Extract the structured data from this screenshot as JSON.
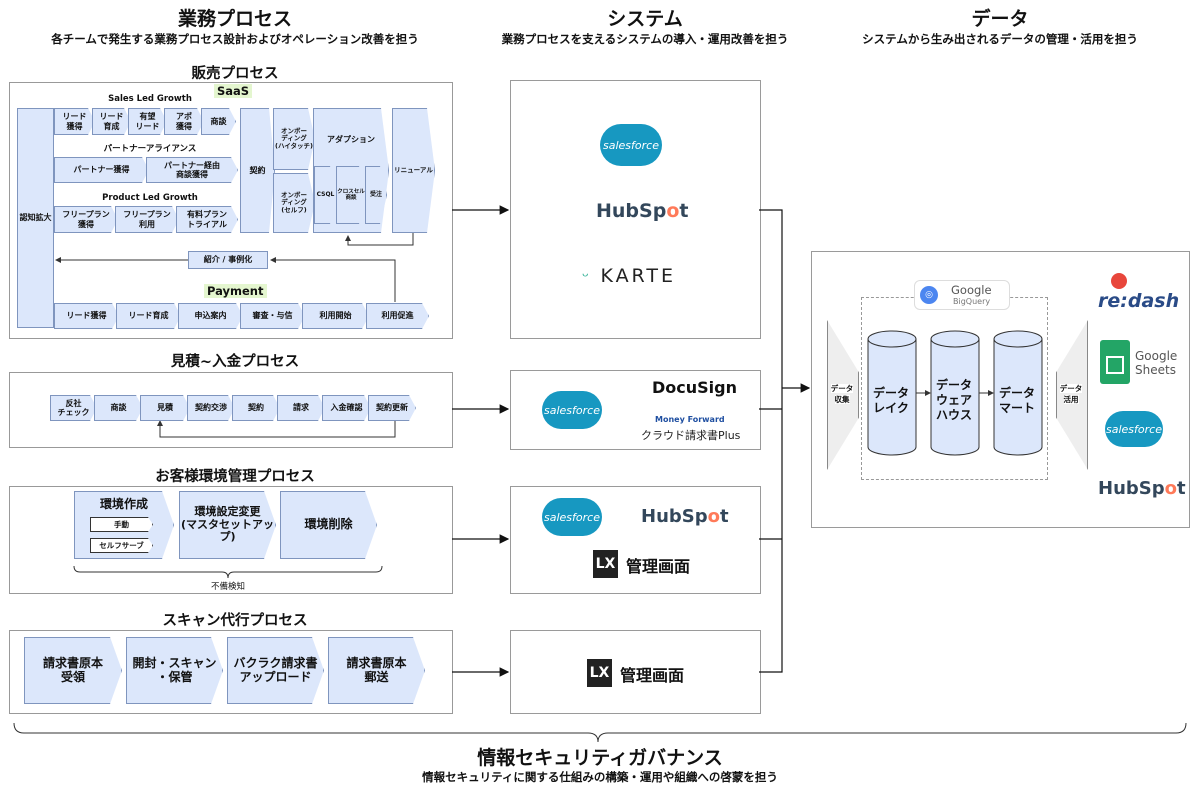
{
  "columns": {
    "business": {
      "title": "業務プロセス",
      "subtitle": "各チームで発生する業務プロセス設計およびオペレーション改善を担う"
    },
    "system": {
      "title": "システム",
      "subtitle": "業務プロセスを支えるシステムの導入・運用改善を担う"
    },
    "data": {
      "title": "データ",
      "subtitle": "システムから生み出されるデータの管理・活用を担う"
    }
  },
  "sales": {
    "title": "販売プロセス",
    "saas": "SaaS",
    "ninchi": "認知拡大",
    "slg": "Sales Led Growth",
    "slg_steps": [
      "リード\n獲得",
      "リード\n育成",
      "有望\nリード",
      "アポ\n獲得",
      "商談"
    ],
    "pa": "パートナーアライアンス",
    "pa_steps": [
      "パートナー獲得",
      "パートナー経由\n商談獲得"
    ],
    "plg": "Product Led Growth",
    "plg_steps": [
      "フリープラン\n獲得",
      "フリープラン\n利用",
      "有料プラン\nトライアル"
    ],
    "keiyaku": "契約",
    "onb_high": "オンボー\nディング\n(ハイタッチ)",
    "onb_self": "オンボー\nディング\n(セルフ)",
    "adoption": "アダプション",
    "csql": "CSQL",
    "crosssell": "クロスセル\n商談",
    "juchu": "受注",
    "renewal": "リニューアル",
    "referral": "紹介 / 事例化",
    "payment": "Payment",
    "pay_steps": [
      "リード獲得",
      "リード育成",
      "申込案内",
      "審査・与信",
      "利用開始",
      "利用促進"
    ]
  },
  "quote": {
    "title": "見積~入金プロセス",
    "steps": [
      "反社\nチェック",
      "商談",
      "見積",
      "契約交渉",
      "契約",
      "請求",
      "入金確認",
      "契約更新"
    ]
  },
  "env": {
    "title": "お客様環境管理プロセス",
    "create": "環境作成",
    "manual": "手動",
    "self": "セルフサーブ",
    "setting": "環境設定変更\n(マスタセットアップ)",
    "delete": "環境削除",
    "defect": "不備検知"
  },
  "scan": {
    "title": "スキャン代行プロセス",
    "steps": [
      "請求書原本\n受領",
      "開封・スキャン\n・保管",
      "バクラク請求書\nアップロード",
      "請求書原本\n郵送"
    ]
  },
  "systems": {
    "salesforce": "salesforce",
    "hubspot_a": "HubSp",
    "hubspot_b": "t",
    "karte": "KARTE",
    "docusign": "DocuSign",
    "moneyforward": "Money Forward",
    "mf_cloud": "クラウド請求書Plus",
    "lx": "LX",
    "admin": "管理画面"
  },
  "data": {
    "collect": "データ\n収集",
    "bq1": "Google",
    "bq2": "BigQuery",
    "lake": "データ\nレイク",
    "dwh": "データ\nウェア\nハウス",
    "mart": "データ\nマート",
    "use": "データ\n活用",
    "redash": "re:dash",
    "sheets1": "Google",
    "sheets2": "Sheets"
  },
  "footer": {
    "title": "情報セキュリティガバナンス",
    "subtitle": "情報セキュリティに関する仕組みの構築・運用や組織への啓蒙を担う"
  },
  "colors": {
    "step_fill": "#dce7fb",
    "step_border": "#7f95be",
    "salesforce": "#1798c1",
    "hubspot_orange": "#ff7a59",
    "redash": "#e8463b",
    "sheets": "#23a566"
  }
}
